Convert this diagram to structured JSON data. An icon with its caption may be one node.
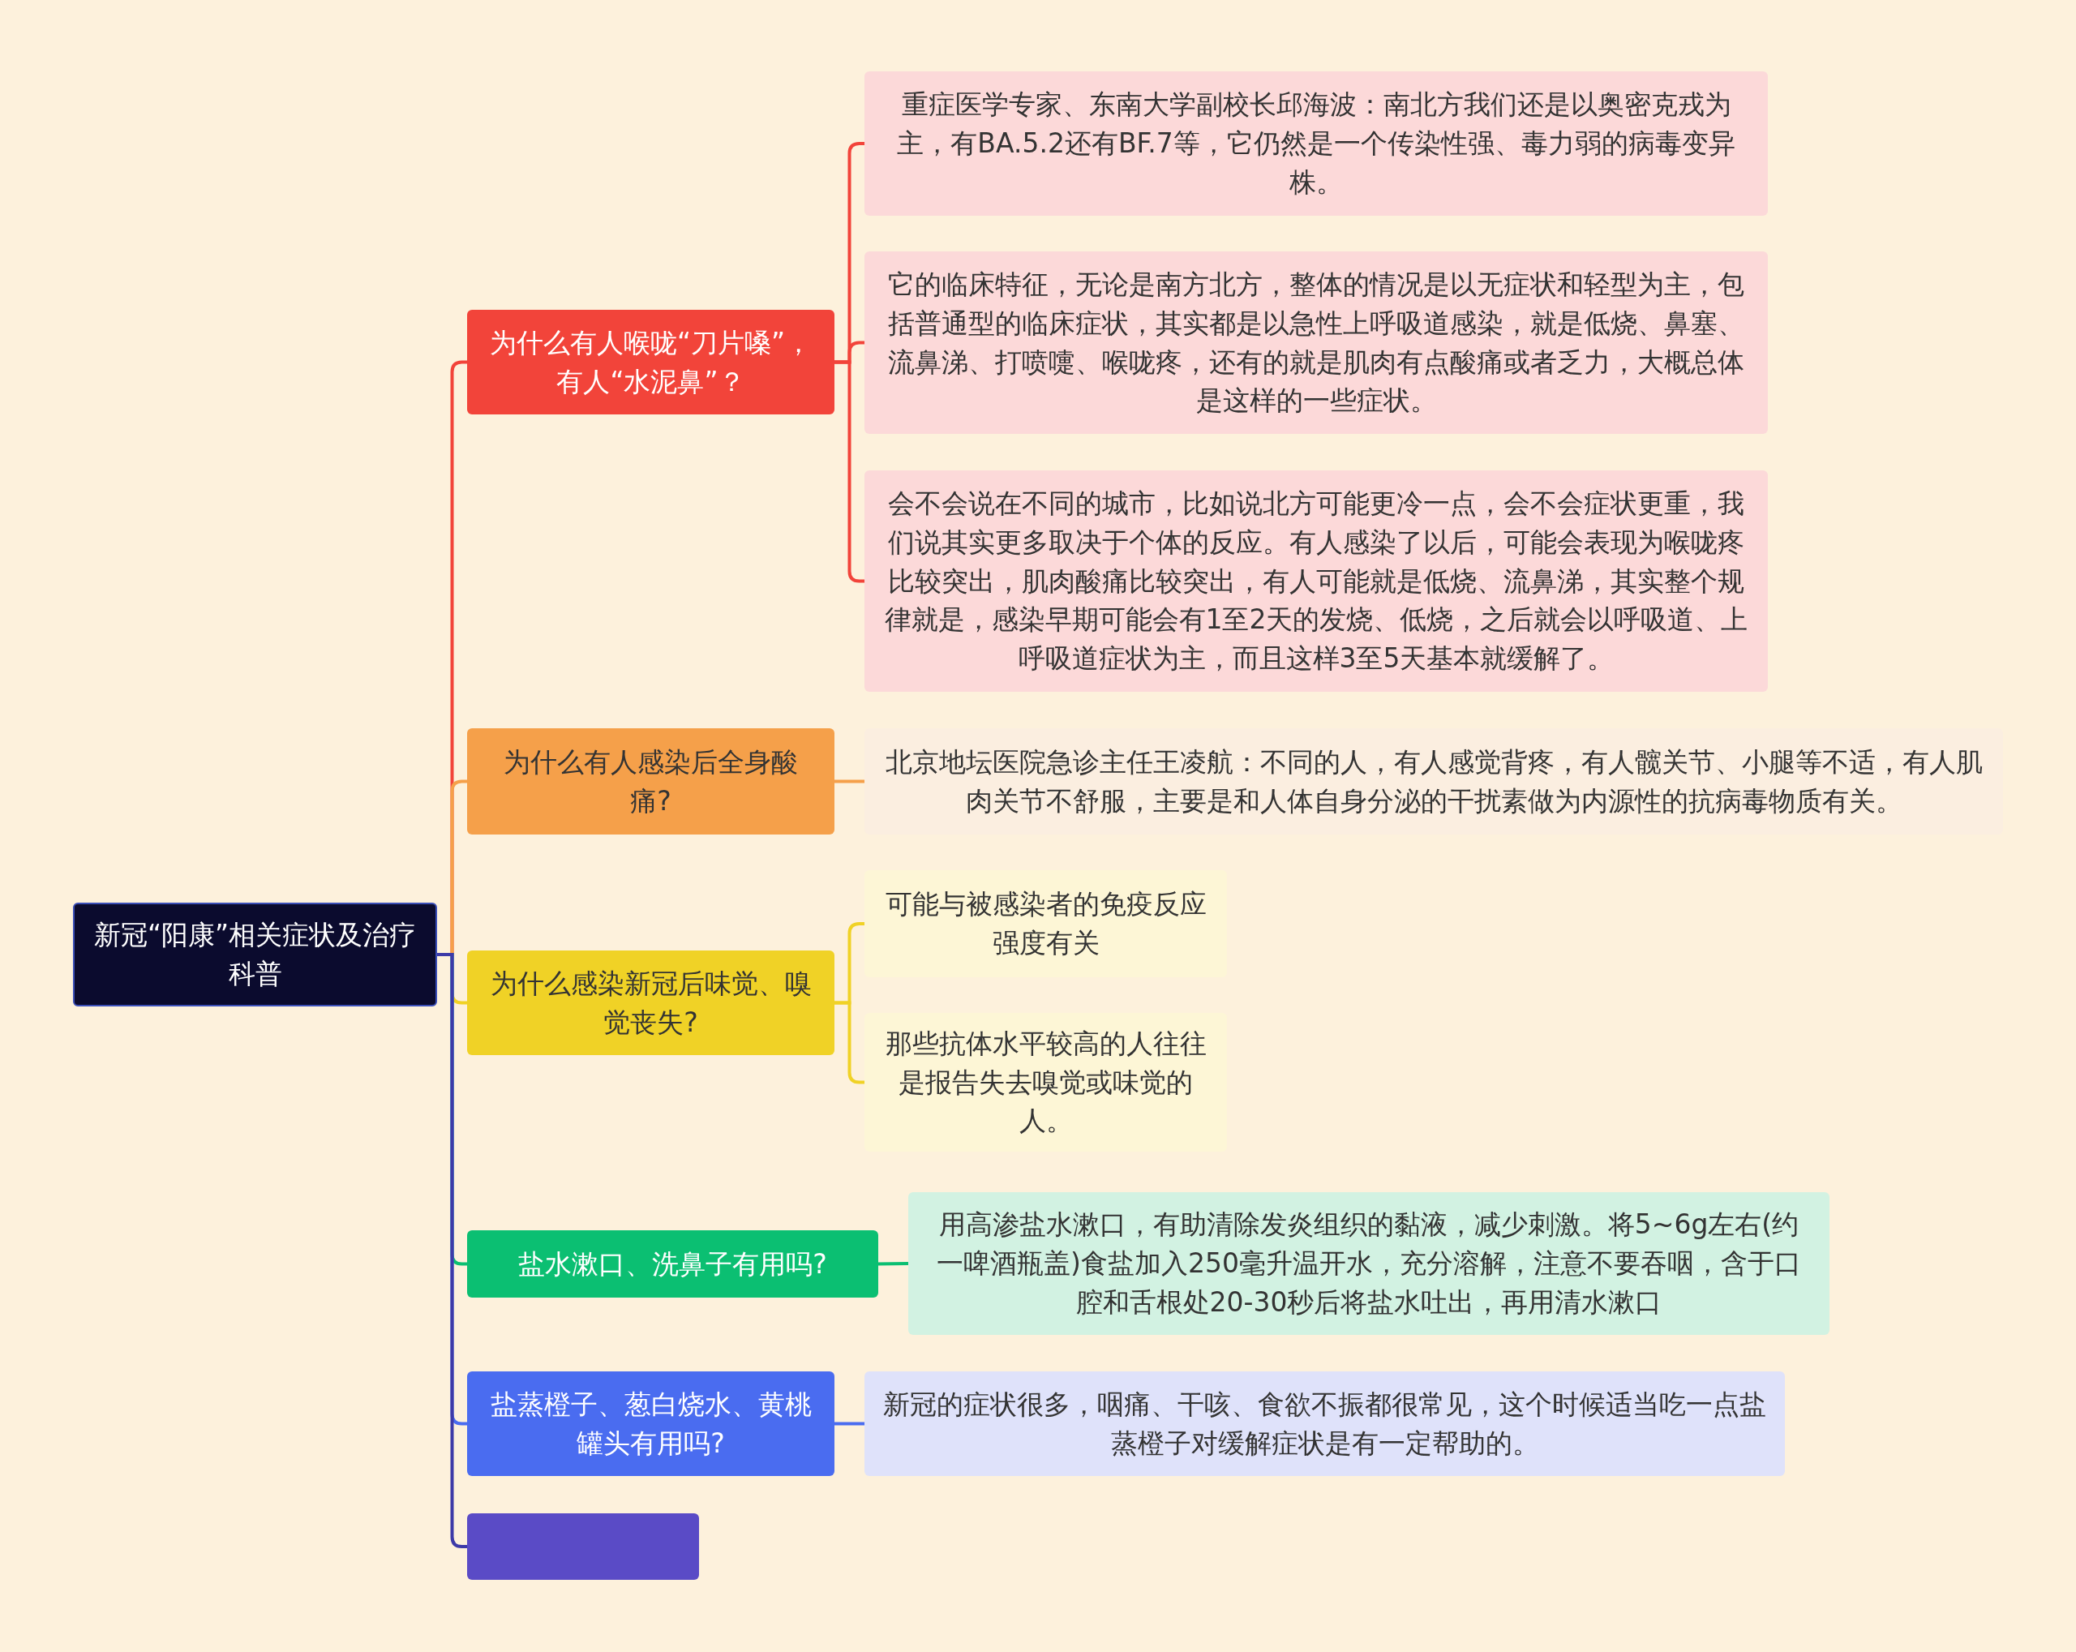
{
  "diagram": {
    "nodes": [
      {
        "text": [
          "新冠“阳康”相关症状及治疗科普"
        ]
      },
      {
        "text": [
          "为什么有人喉咙“刀片嗓”，有人“水泥鼻”？"
        ]
      },
      {
        "text": [
          "重症医学专家、东南大学副校长邱海波：南北方我们还是以奥密克戎为主，有BA.5.2还有BF.7等，它仍然是一个传染性强、毒力弱的病毒变异株。"
        ]
      },
      {
        "text": [
          "它的临床特征，无论是南方北方，整体的情况是以无症状和轻型为主，包括普通型的临床症状，其实都是以急性上呼吸道感染，就是低烧、鼻塞、流鼻涕、打喷嚏、喉咙疼，还有的就是肌肉有点酸痛或者乏力，大概总体是这样的一些症状。"
        ]
      },
      {
        "text": [
          "会不会说在不同的城市，比如说北方可能更冷一点，会不会症状更重，我们说其实更多取决于个体的反应。有人感染了以后，可能会表现为喉咙疼比较突出，肌肉酸痛比较突出，有人可能就是低烧、流鼻涕，其实整个规律就是，感染早期可能会有1至2天的发烧、低烧，之后就会以呼吸道、上呼吸道症状为主，而且这样3至5天基本就缓解了。"
        ]
      },
      {
        "text": [
          "为什么有人感染后全身酸痛?"
        ]
      },
      {
        "text": [
          "北京地坛医院急诊主任王凌航：不同的人，有人感觉背疼，有人髋关节、小腿等不适，有人肌肉关节不舒服，主要是和人体自身分泌的干扰素做为内源性的抗病毒物质有关。"
        ]
      },
      {
        "text": [
          "为什么感染新冠后味觉、嗅觉丧失?"
        ]
      },
      {
        "text": [
          "可能与被感染者的免疫反应强度有关"
        ]
      },
      {
        "text": [
          "那些抗体水平较高的人往往是报告失去嗅觉或味觉的人。"
        ]
      },
      {
        "text": [
          "盐水漱口、洗鼻子有用吗?"
        ]
      },
      {
        "text": [
          "用高渗盐水漱口，有助清除发炎组织的黏液，减少刺激。将5~6g左右(约一啤酒瓶盖)食盐加入250毫升温开水，充分溶解，注意不要吞咽，含于口腔和舌根处20-30秒后将盐水吐出，再用清水漱口"
        ]
      },
      {
        "text": [
          "盐蒸橙子、葱白烧水、黄桃罐头有用吗?"
        ]
      },
      {
        "text": [
          "新冠的症状很多，咽痛、干咳、食欲不振都很常见，这个时候适当吃一点盐蒸橙子对缓解症状是有一定帮助的。"
        ]
      },
      {
        "text": [],
        "shape": "box"
      }
    ],
    "edges": [
      {
        "from": 0,
        "to": 1,
        "arrow": "none",
        "color": "#f2443a"
      },
      {
        "from": 0,
        "to": 5,
        "arrow": "none",
        "color": "#f5a04a"
      },
      {
        "from": 0,
        "to": 7,
        "arrow": "none",
        "color": "#f0d226"
      },
      {
        "from": 0,
        "to": 10,
        "arrow": "none",
        "color": "#0bbf72"
      },
      {
        "from": 0,
        "to": 12,
        "arrow": "none",
        "color": "#4a6cf0"
      },
      {
        "from": 0,
        "to": 14,
        "arrow": "none",
        "color": "#3d3aa8"
      },
      {
        "from": 1,
        "to": 2,
        "arrow": "none",
        "color": "#f2443a"
      },
      {
        "from": 1,
        "to": 3,
        "arrow": "none",
        "color": "#f2443a"
      },
      {
        "from": 1,
        "to": 4,
        "arrow": "none",
        "color": "#f2443a"
      },
      {
        "from": 5,
        "to": 6,
        "arrow": "none",
        "color": "#f5a04a"
      },
      {
        "from": 7,
        "to": 8,
        "arrow": "none",
        "color": "#f0d226"
      },
      {
        "from": 7,
        "to": 9,
        "arrow": "none",
        "color": "#f0d226"
      },
      {
        "from": 10,
        "to": 11,
        "arrow": "none",
        "color": "#0bbf72"
      },
      {
        "from": 12,
        "to": 13,
        "arrow": "none",
        "color": "#4a6cf0"
      }
    ]
  }
}
